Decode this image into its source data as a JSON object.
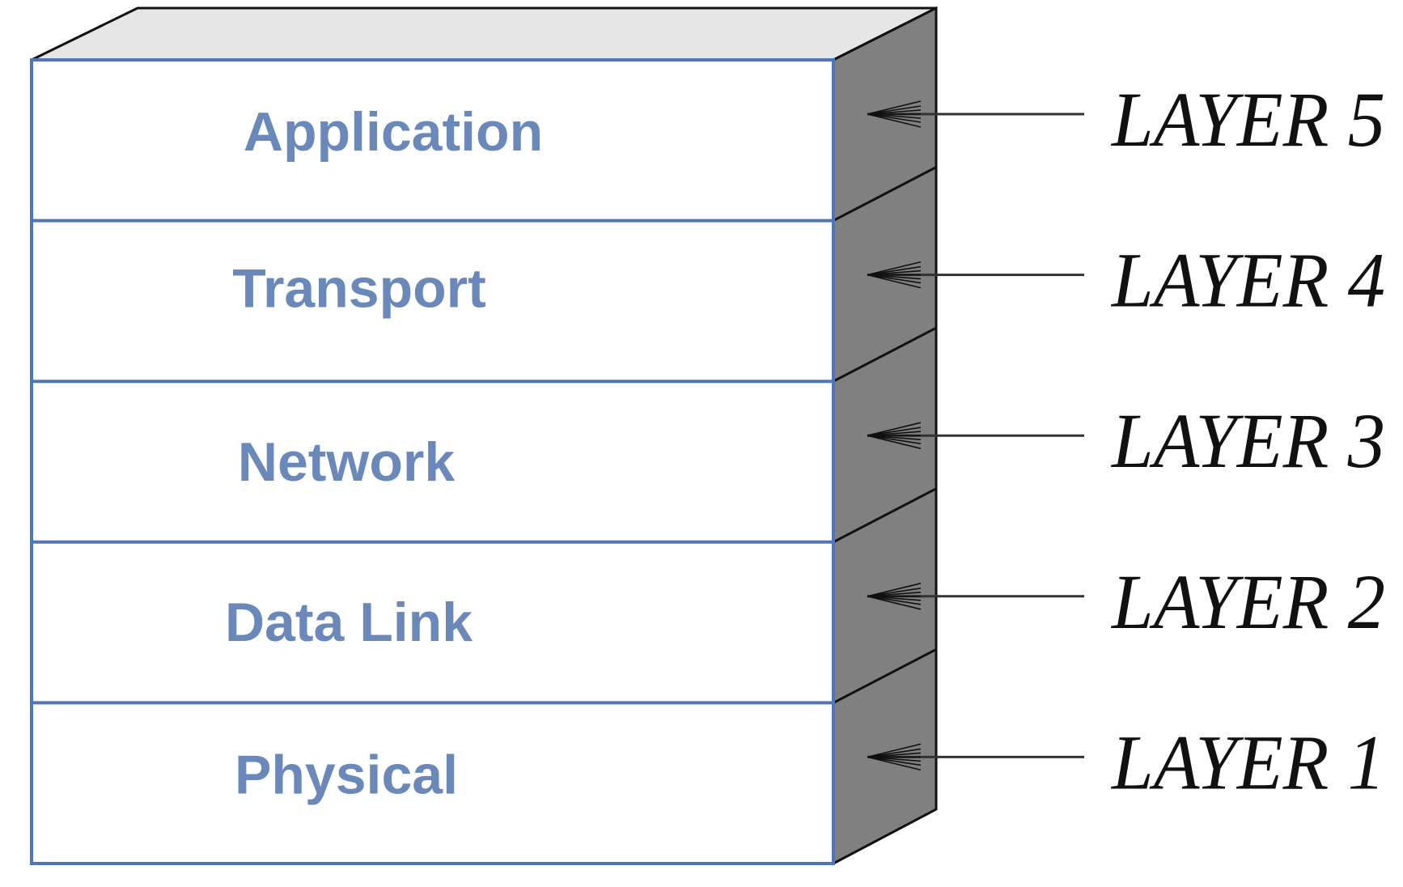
{
  "layers": [
    {
      "name": "Application",
      "label": "LAYER 5"
    },
    {
      "name": "Transport",
      "label": "LAYER 4"
    },
    {
      "name": "Network",
      "label": "LAYER 3"
    },
    {
      "name": "Data Link",
      "label": "LAYER 2"
    },
    {
      "name": "Physical",
      "label": "LAYER 1"
    }
  ],
  "colors": {
    "layer_text": "#6b88bb",
    "layer_border": "#4f76b8",
    "top_face": "#e6e6e6",
    "side_face": "#808080",
    "outline": "#111111"
  }
}
